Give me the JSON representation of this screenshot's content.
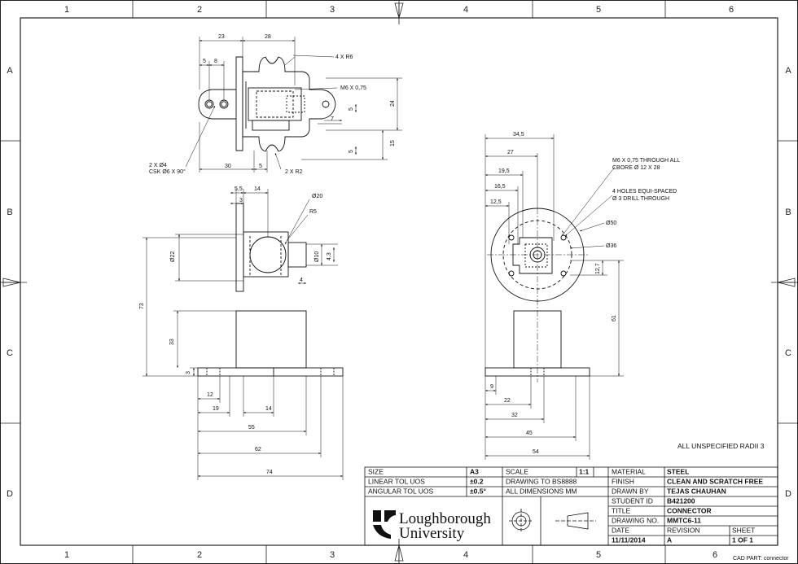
{
  "zones": {
    "columns": [
      "1",
      "2",
      "3",
      "4",
      "5",
      "6"
    ],
    "rows": [
      "A",
      "B",
      "C",
      "D"
    ]
  },
  "top_view": {
    "dims": {
      "d23": "23",
      "d28": "28",
      "d5a": "5",
      "d8": "8",
      "r6": "4 X R6",
      "m6": "M6 X 0,75",
      "d24": "24",
      "d5b": "5",
      "d7": "7",
      "d15": "15",
      "d5c": "5",
      "hole": "2 X Ø4",
      "csk": "CSK Ø6 X 90°",
      "d30": "30",
      "d5d": "5",
      "r2": "2 X R2"
    }
  },
  "front_view": {
    "dims": {
      "d5_5": "5,5",
      "d14a": "14",
      "d3a": "3",
      "dia20": "Ø20",
      "r5": "R5",
      "dia22": "Ø22",
      "dia10": "Ø10",
      "d4_3": "4,3",
      "d4": "4",
      "d73": "73",
      "d33": "33",
      "d3b": "3",
      "d12": "12",
      "d19": "19",
      "d14b": "14",
      "d55": "55",
      "d62": "62",
      "d74": "74"
    }
  },
  "side_view": {
    "dims": {
      "d34_5": "34,5",
      "d27": "27",
      "d19_5": "19,5",
      "d16_5": "16,5",
      "d12_5": "12,5",
      "thread": "M6 X 0,75 THROUGH ALL",
      "cbore": "CBORE Ø 12 X 28",
      "holes": "4 HOLES EQUI-SPACED",
      "drill": "Ø 3 DRILL THROUGH",
      "dia50": "Ø50",
      "dia36": "Ø36",
      "d12_7": "12,7",
      "d61": "61",
      "d9": "9",
      "d22": "22",
      "d32": "32",
      "d45": "45",
      "d54": "54"
    }
  },
  "notes": {
    "radii": "ALL UNSPECIFIED RADII 3"
  },
  "title_block": {
    "size_label": "SIZE",
    "size_value": "A3",
    "scale_label": "SCALE",
    "scale_value": "1:1",
    "linear_label": "LINEAR TOL UOS",
    "linear_value": "±0.2",
    "drawing_to": "DRAWING TO BS8888",
    "angular_label": "ANGULAR TOL UOS",
    "angular_value": "±0.5°",
    "all_dims": "ALL DIMENSIONS MM",
    "material_label": "MATERIAL",
    "material_value": "STEEL",
    "finish_label": "FINISH",
    "finish_value": "CLEAN AND SCRATCH FREE",
    "drawnby_label": "DRAWN BY",
    "drawnby_value": "TEJAS CHAUHAN",
    "studentid_label": "STUDENT ID",
    "studentid_value": "B421200",
    "title_label": "TITLE",
    "title_value": "CONNECTOR",
    "drawingno_label": "DRAWING NO.",
    "drawingno_value": "MMTC6-11",
    "date_label": "DATE",
    "revision_label": "REVISION",
    "sheet_label": "SHEET",
    "date_value": "11/11/2014",
    "revision_value": "A",
    "sheet_value": "1 OF 1",
    "university_line1": "Loughborough",
    "university_line2": "University"
  },
  "cad_part": "CAD PART: connector"
}
